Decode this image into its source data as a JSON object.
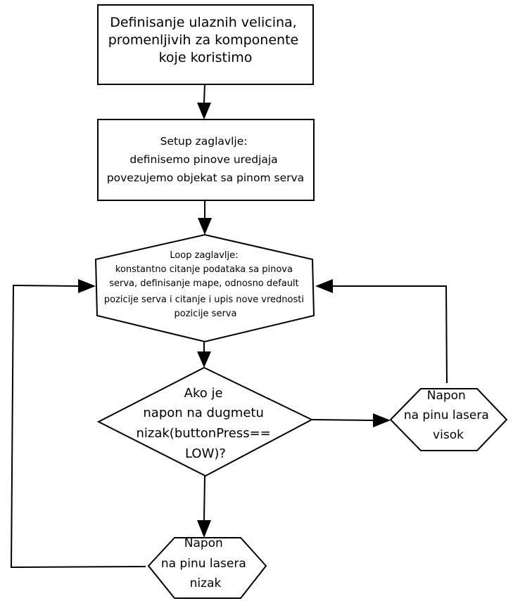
{
  "diagram": {
    "nodes": {
      "init": {
        "lines": [
          "Definisanje ulaznih velicina,",
          "promenljivih za komponente",
          "koje koristimo"
        ]
      },
      "setup": {
        "lines": [
          "Setup zaglavlje:",
          "definisemo pinove uredjaja",
          "povezujemo objekat sa pinom serva"
        ]
      },
      "loop": {
        "lines": [
          "Loop zaglavlje:",
          "konstantno citanje podataka sa pinova",
          "serva, definisanje mape, odnosno default",
          "pozicije serva i citanje i upis nove vrednosti",
          "pozicije serva"
        ]
      },
      "decision": {
        "lines": [
          "Ako je",
          "napon na dugmetu",
          "nizak(buttonPress==",
          "LOW)?"
        ]
      },
      "high": {
        "lines": [
          "Napon",
          "na pinu lasera",
          "visok"
        ]
      },
      "low": {
        "lines": [
          "Napon",
          "na pinu lasera",
          "nizak"
        ]
      }
    }
  }
}
